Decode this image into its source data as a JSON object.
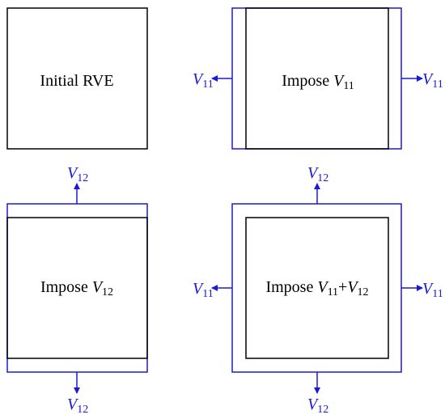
{
  "colors": {
    "outline": "#000000",
    "blue": "#1a1ad6",
    "background": "#ffffff"
  },
  "panels": {
    "initial": {
      "label": "Initial RVE"
    },
    "impose_v11": {
      "prefix": "Impose ",
      "vec_letter": "V",
      "vec_sub": "11"
    },
    "impose_v12": {
      "prefix": "Impose ",
      "vec_letter": "V",
      "vec_sub": "12"
    },
    "impose_both": {
      "prefix": "Impose ",
      "vec1_letter": "V",
      "vec1_sub": "11",
      "plus": "+",
      "vec2_letter": "V",
      "vec2_sub": "12"
    }
  },
  "vectors": {
    "v11": {
      "letter": "V",
      "sub": "11"
    },
    "v12": {
      "letter": "V",
      "sub": "12"
    }
  },
  "arrows": {
    "icon": "arrow-icon"
  }
}
